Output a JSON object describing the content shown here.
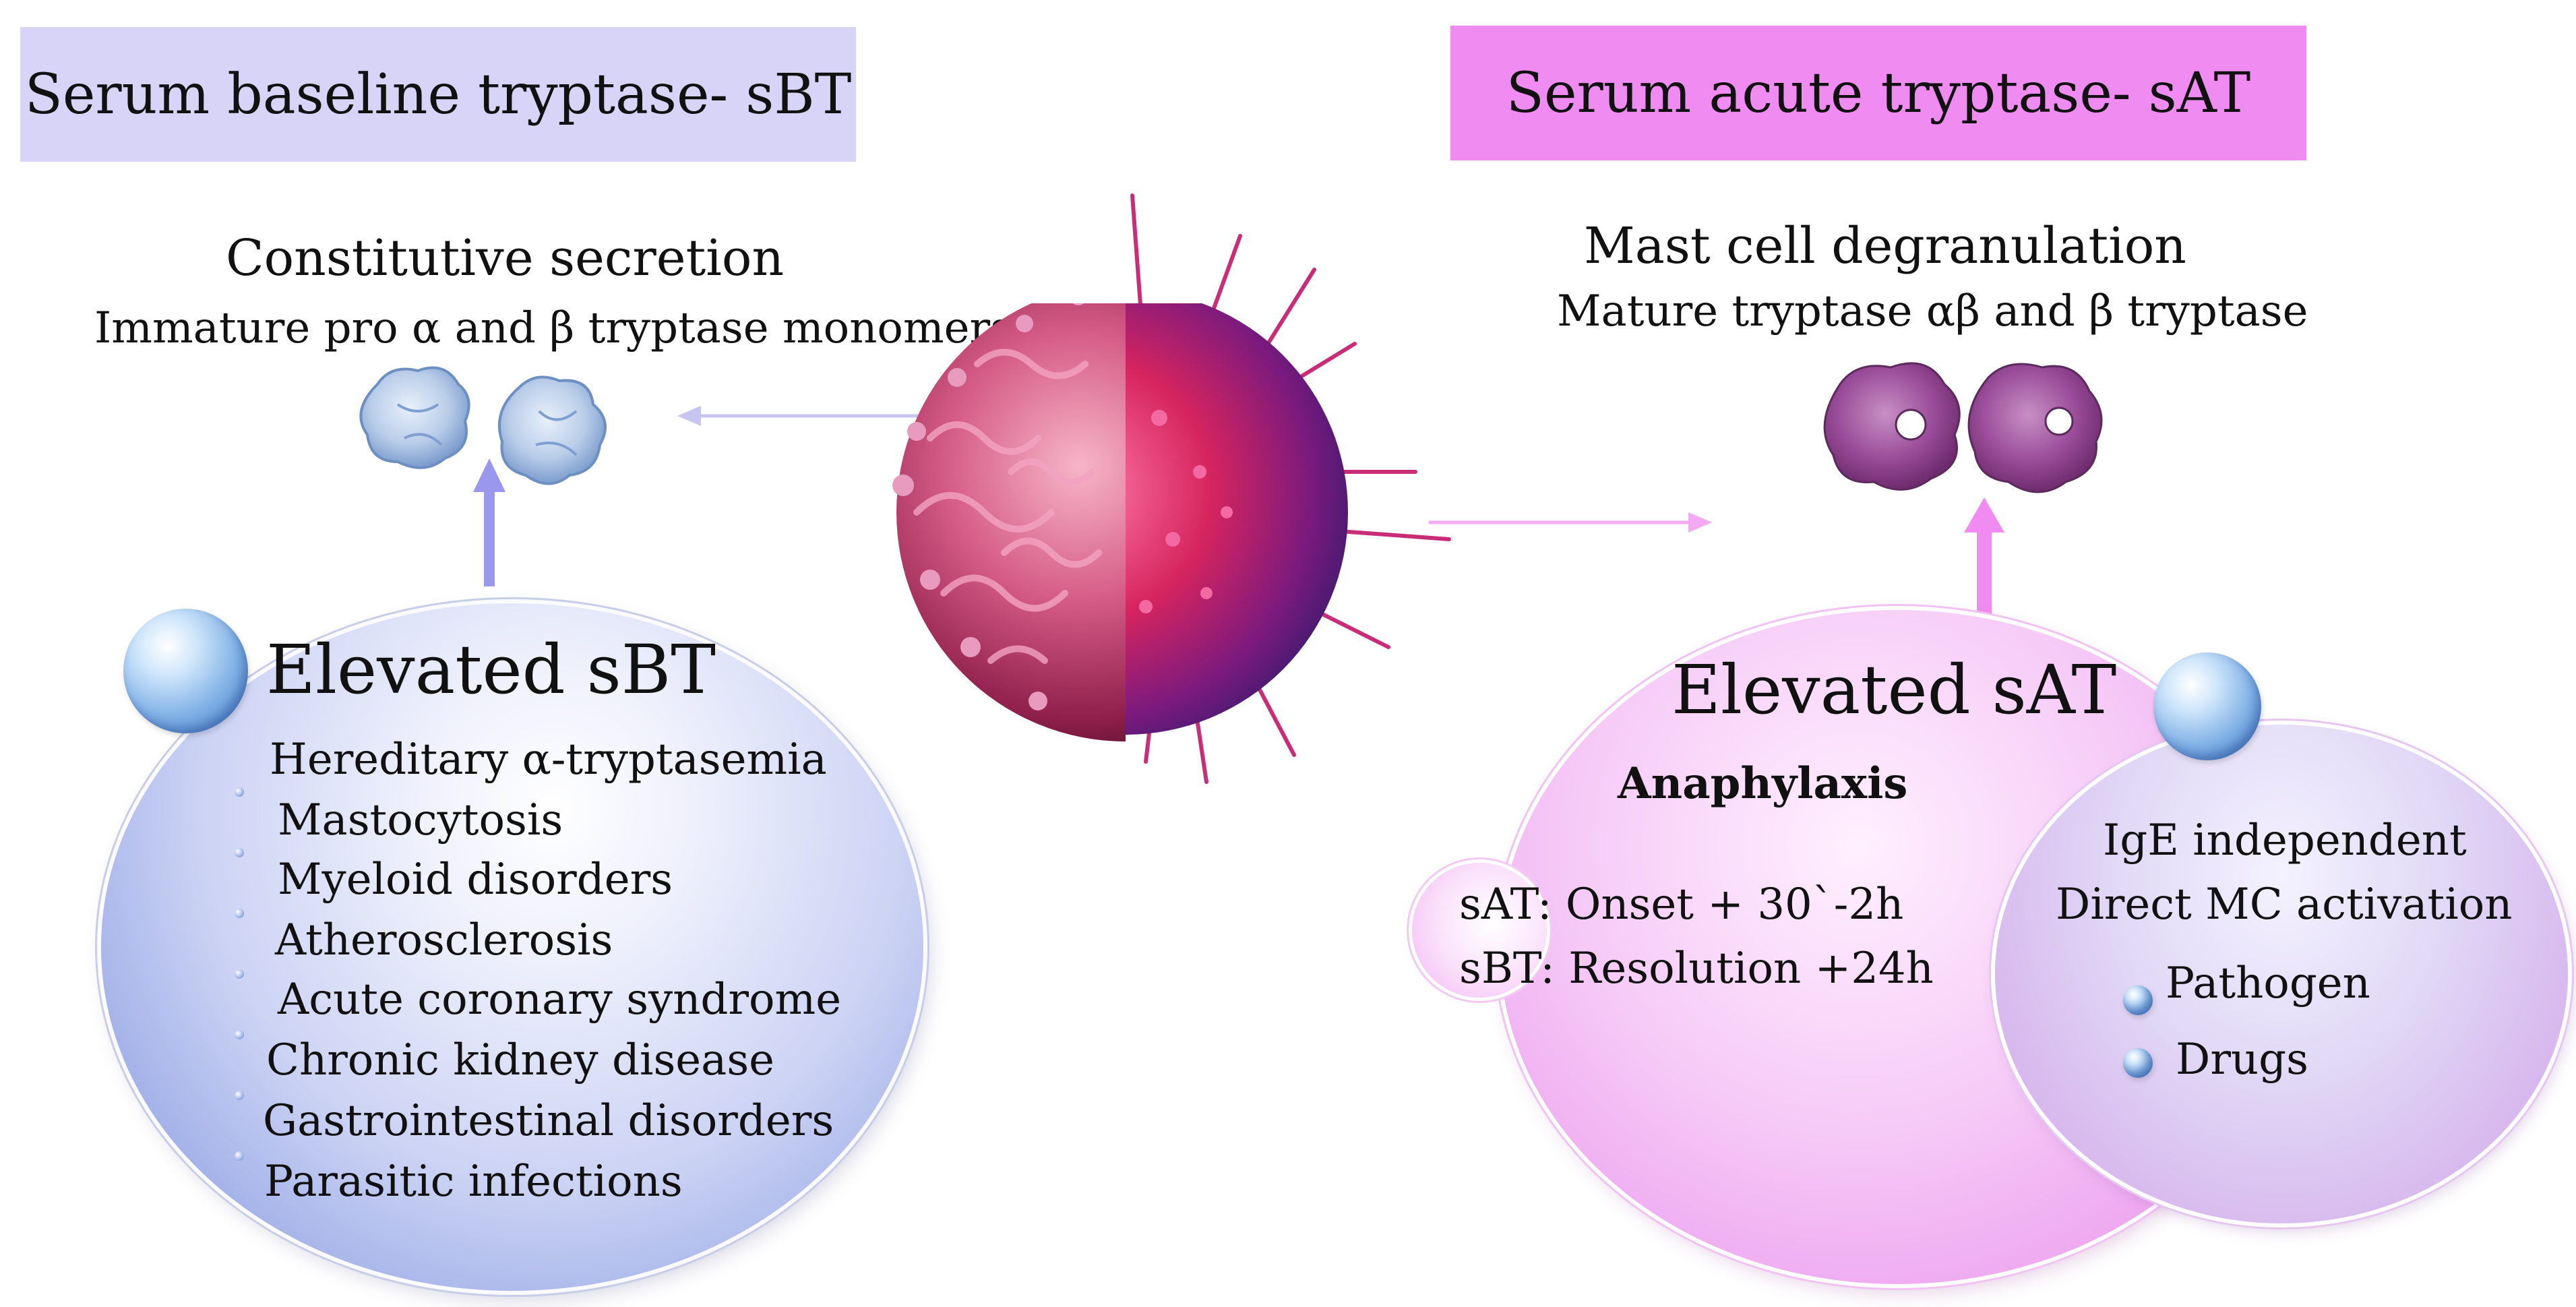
{
  "left_panel": {
    "header": "Serum baseline tryptase- sBT",
    "subtitle": "Constitutive secretion",
    "subline": "Immature pro α and β tryptase monomers",
    "bubble_title": "Elevated sBT",
    "conditions": [
      "Hereditary α-tryptasemia",
      "Mastocytosis",
      "Myeloid disorders",
      "Atherosclerosis",
      "Acute coronary syndrome",
      "Chronic kidney disease",
      "Gastrointestinal disorders",
      "Parasitic infections"
    ]
  },
  "right_panel": {
    "header": "Serum acute tryptase- sAT",
    "subtitle": "Mast cell degranulation",
    "subline": "Mature tryptase αβ and β tryptase",
    "bubble_title": "Elevated sAT",
    "condition": "Anaphylaxis",
    "timing": [
      "sAT: Onset + 30`-2h",
      "sBT: Resolution +24h"
    ],
    "ige_title_1": "IgE independent",
    "ige_title_2": "Direct MC activation",
    "ige_items": [
      "Pathogen",
      "Drugs"
    ]
  },
  "colors": {
    "left_header_bg": "#d7d4f7",
    "right_header_bg": "#f08cf1",
    "left_bubble": "#9eaee7",
    "right_bubble": "#eda3ef",
    "mast_cell": "#c2336a"
  }
}
